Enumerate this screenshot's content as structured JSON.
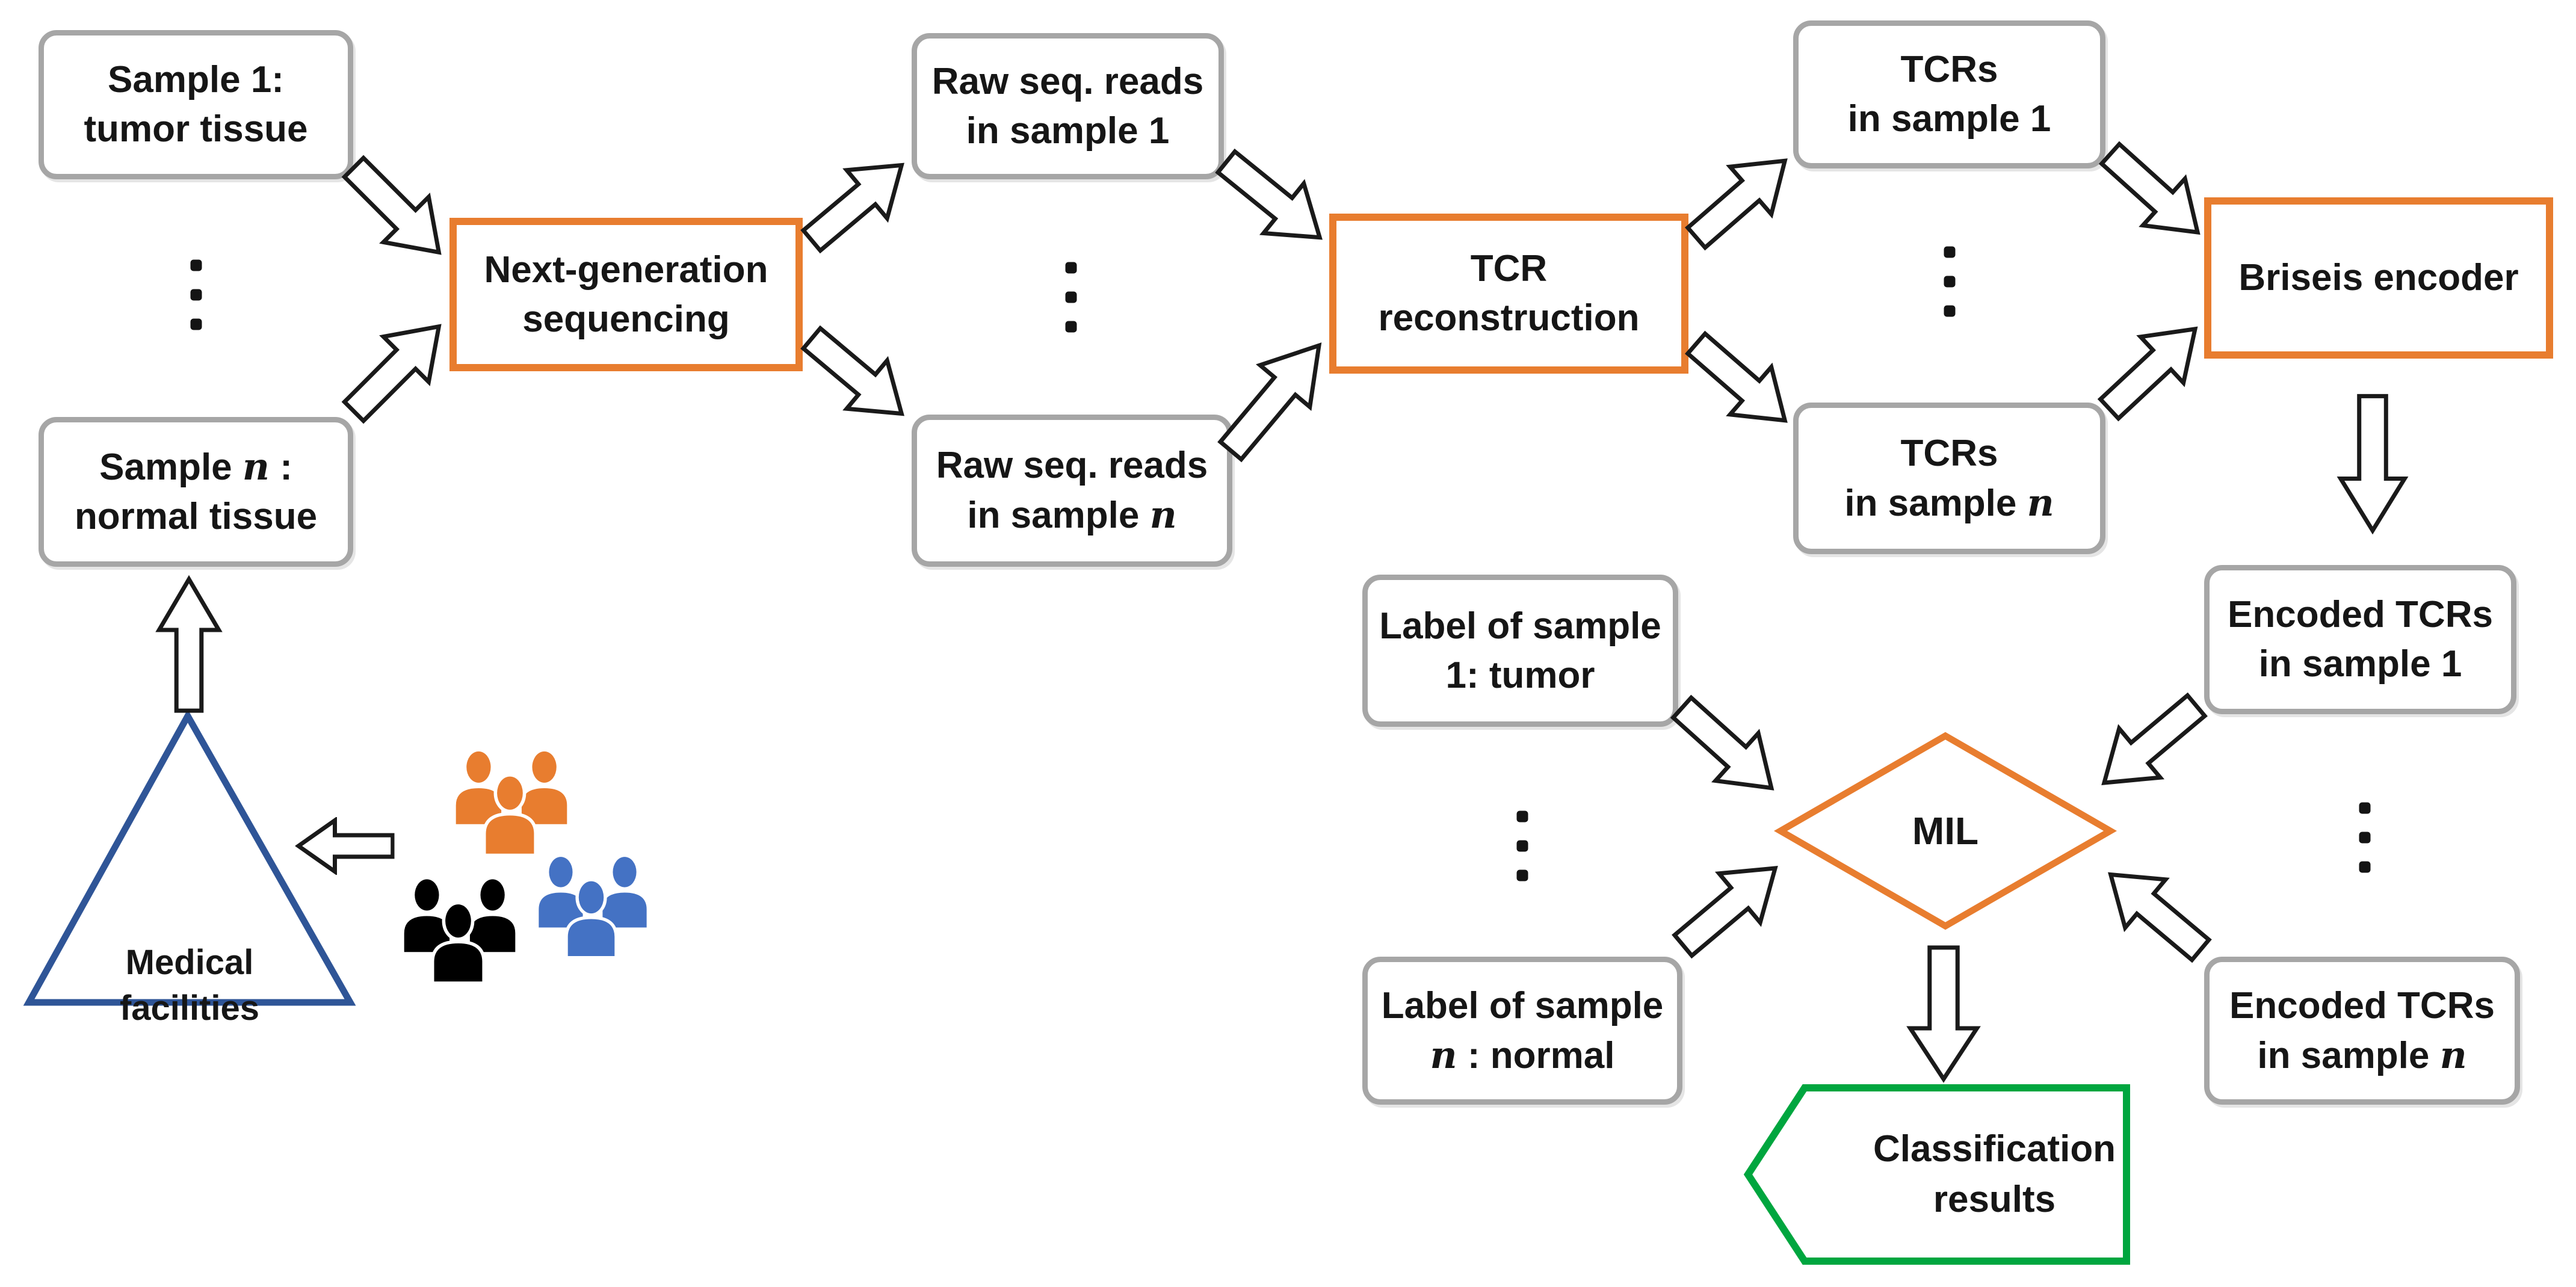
{
  "diagram": {
    "title_hint": "TCR analysis pipeline flowchart",
    "colors": {
      "background": "#ffffff",
      "gray_box_border": "#a6a6a6",
      "accent_orange": "#e87d2f",
      "accent_green": "#00a63f",
      "accent_blue_triangle": "#2f5597",
      "people_orange": "#e87d2f",
      "people_black": "#000000",
      "people_blue": "#4472c4",
      "arrow_outline": "#1a1a1a",
      "text": "#161616"
    },
    "nodes": {
      "sample_1": {
        "line1": "Sample 1:",
        "line2": "tumor tissue"
      },
      "sample_n": {
        "line1_pre": "Sample ",
        "line1_var": "n",
        "line1_suf": " :",
        "line2": "normal tissue"
      },
      "ngs": {
        "line1": "Next-generation",
        "line2": "sequencing"
      },
      "raw_1": {
        "line1": "Raw seq. reads",
        "line2": "in sample 1"
      },
      "raw_n": {
        "line1": "Raw seq. reads",
        "line2_pre": "in sample ",
        "line2_var": "n"
      },
      "tcr_recon": {
        "line1": "TCR reconstruction"
      },
      "tcrs_1": {
        "line1": "TCRs",
        "line2": "in sample 1"
      },
      "tcrs_n": {
        "line1": "TCRs",
        "line2_pre": "in sample ",
        "line2_var": "n"
      },
      "briseis": {
        "line1": "Briseis encoder"
      },
      "encoded_1": {
        "line1": "Encoded TCRs",
        "line2": "in sample 1"
      },
      "encoded_n": {
        "line1": "Encoded TCRs",
        "line2_pre": "in sample ",
        "line2_var": "n"
      },
      "label_1": {
        "line1": "Label of sample",
        "line2": "1: tumor"
      },
      "label_n": {
        "line1": "Label of sample",
        "line2_pre": "",
        "line2_var": "n",
        "line2_suf": " : normal"
      },
      "mil": {
        "line1": "MIL"
      },
      "classification": {
        "line1": "Classification",
        "line2": "results"
      },
      "medical": {
        "line1": "Medical",
        "line2": "facilities"
      }
    },
    "icons": {
      "ellipsis": "vertical-dots (x5)",
      "people_groups": [
        "orange-people-group",
        "black-people-group",
        "blue-people-group"
      ],
      "arrows": "hollow-block-arrows"
    }
  }
}
